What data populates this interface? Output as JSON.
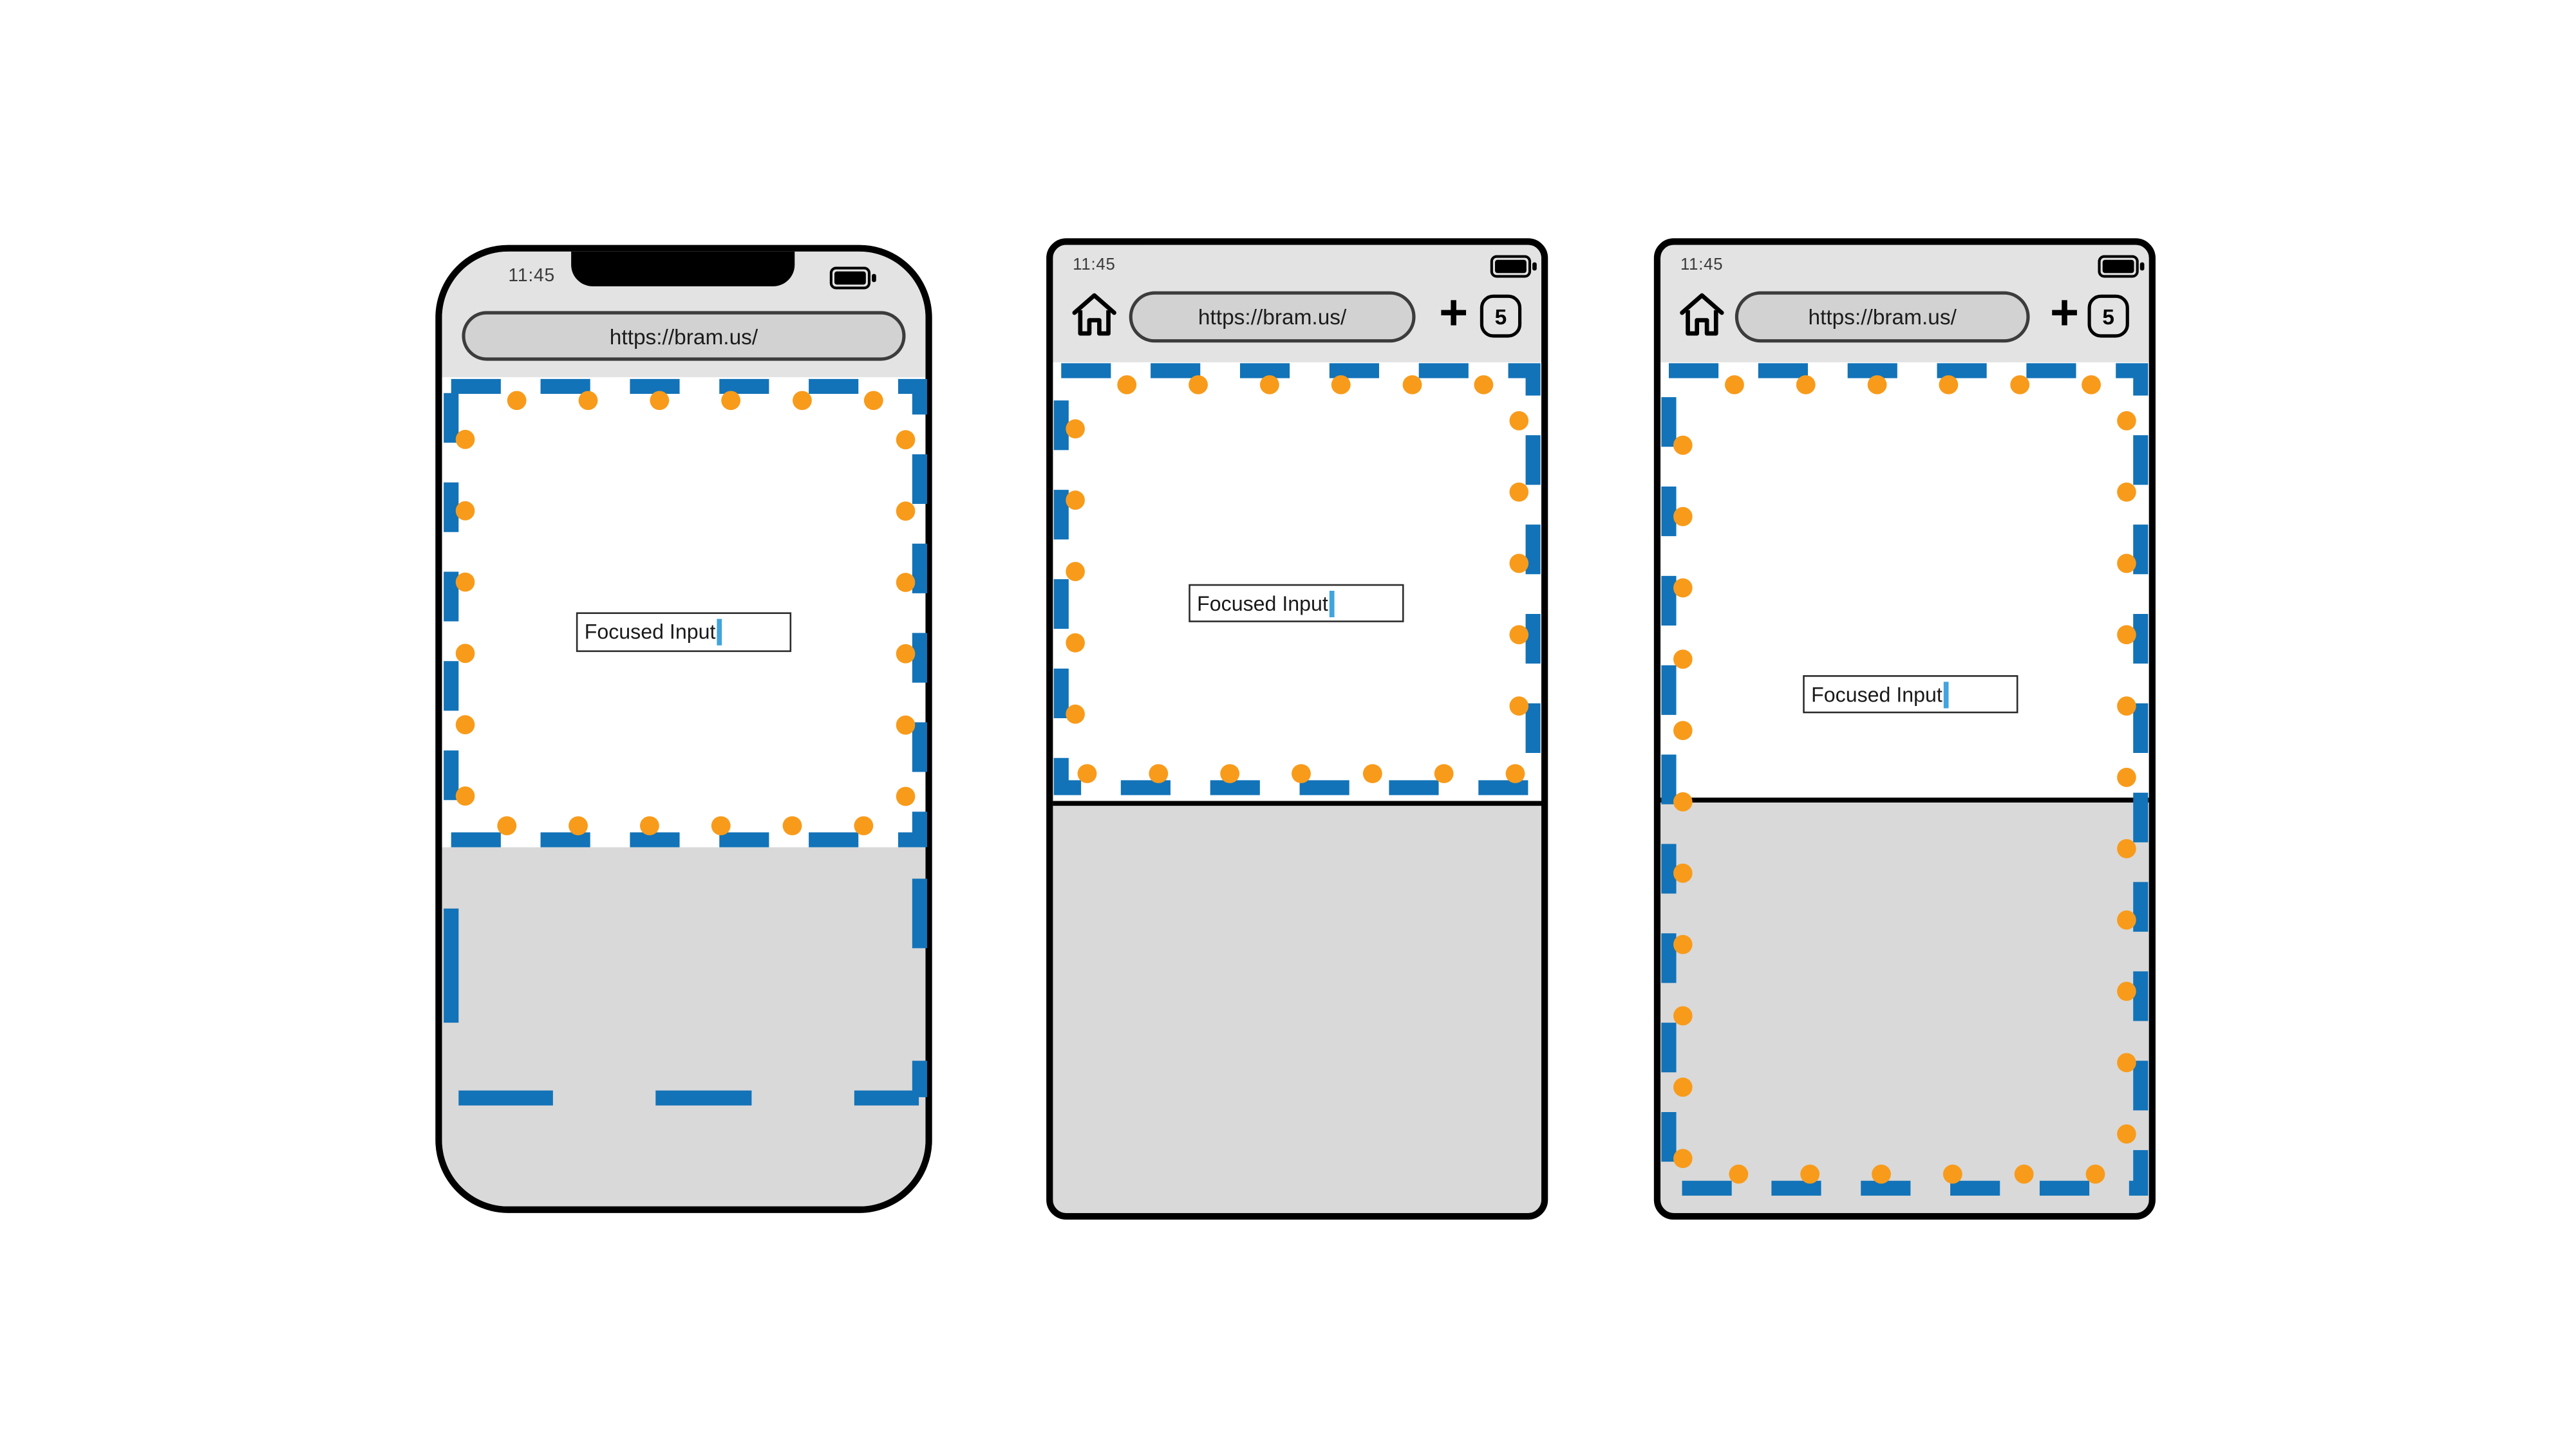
{
  "colors": {
    "layout_viewport_dash": "#1273b8",
    "marker_dot": "#f89b1b",
    "caret": "#41a4dd",
    "phone_chrome": "#e3e3e3",
    "keyboard_area": "#d9d9d9",
    "url_pill": "#d2d2d2"
  },
  "phone1": {
    "time": "11:45",
    "url": "https://bram.us/",
    "input_value": "Focused Input"
  },
  "phone2": {
    "time": "11:45",
    "url": "https://bram.us/",
    "new_tab": "+",
    "tab_count": "5",
    "input_value": "Focused Input"
  },
  "phone3": {
    "time": "11:45",
    "url": "https://bram.us/",
    "new_tab": "+",
    "tab_count": "5",
    "input_value": "Focused Input"
  }
}
